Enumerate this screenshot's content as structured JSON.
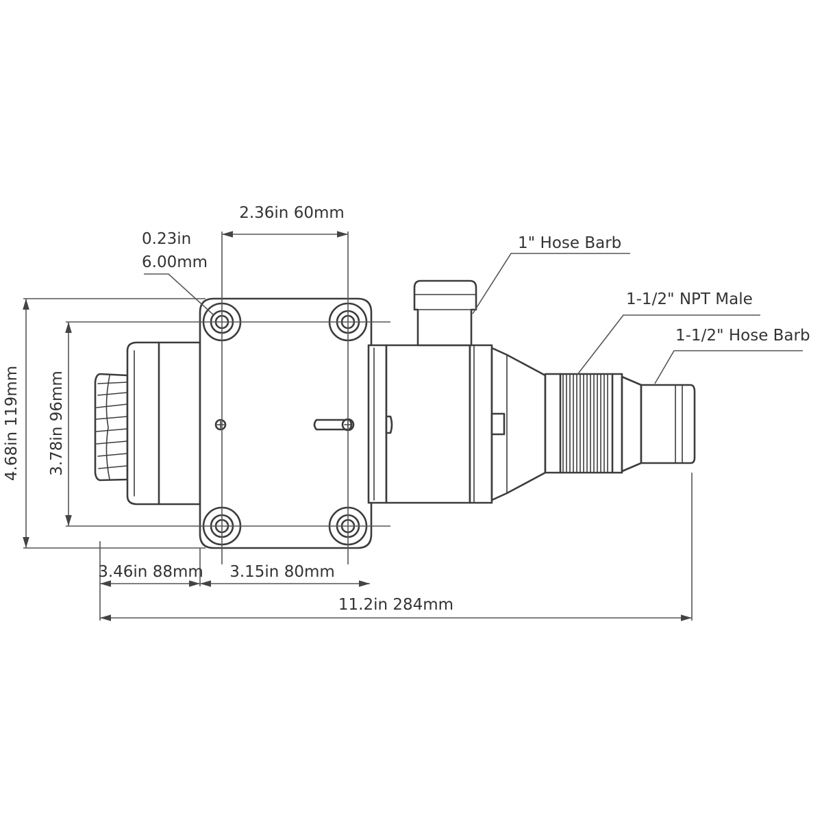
{
  "dimensions": {
    "top_width": "2.36in 60mm",
    "hole_in": "0.23in",
    "hole_mm": "6.00mm",
    "height_total": "4.68in 119mm",
    "height_holes": "3.78in 96mm",
    "left_offset": "3.46in 88mm",
    "base_width": "3.15in 80mm",
    "overall_length": "11.2in 284mm"
  },
  "callouts": {
    "hose_barb_1in": "1\" Hose Barb",
    "npt_male": "1-1/2\" NPT Male",
    "hose_barb_15in": "1-1/2\" Hose Barb"
  },
  "colors": {
    "line": "#3c3c3c",
    "background": "#ffffff"
  }
}
